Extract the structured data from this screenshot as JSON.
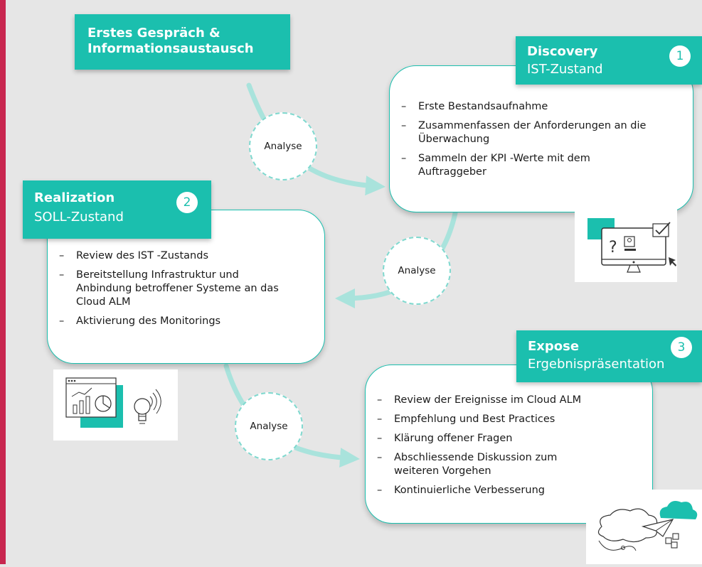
{
  "start_box": {
    "title": "Erstes Gespräch & Informationsaustausch"
  },
  "phases": [
    {
      "title": "Discovery",
      "subtitle": "IST-Zustand",
      "number": "1",
      "items": [
        "Erste Bestandsaufnahme",
        "Zusammenfassen der Anforderungen an die Überwachung",
        "Sammeln der KPI -Werte mit dem Auftraggeber"
      ]
    },
    {
      "title": "Realization",
      "subtitle": "SOLL-Zustand",
      "number": "2",
      "items": [
        "Review des IST -Zustands",
        "Bereitstellung Infrastruktur und Anbindung betroffener Systeme an das Cloud ALM",
        "Aktivierung des Monitorings"
      ]
    },
    {
      "title": "Expose",
      "subtitle": "Ergebnispräsentation",
      "number": "3",
      "items": [
        "Review der Ereignisse im Cloud ALM",
        "Empfehlung und Best Practices",
        "Klärung offener Fragen",
        "Abschliessende Diskussion zum weiteren Vorgehen",
        "Kontinuierliche Verbesserung"
      ]
    }
  ],
  "analyse_labels": [
    "Analyse",
    "Analyse",
    "Analyse"
  ],
  "colors": {
    "accent": "#1bbfae",
    "side_bar": "#c8264f",
    "connector": "#a9e3dc",
    "background": "#e6e6e6"
  },
  "icons": [
    "monitor-question-icon",
    "dashboard-lightbulb-icon",
    "cloud-paper-plane-icon"
  ]
}
